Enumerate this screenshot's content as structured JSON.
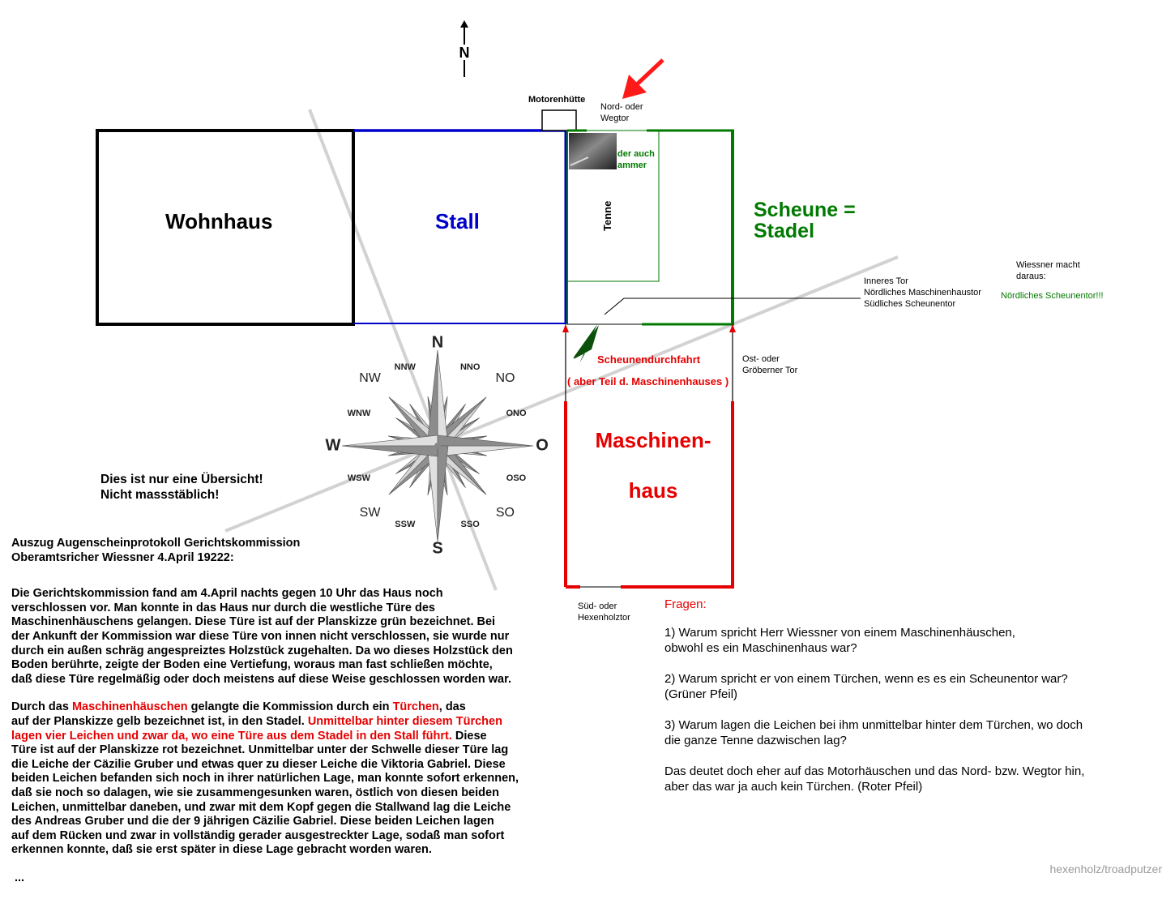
{
  "compass": {
    "north_arrow_label": "N"
  },
  "buildings": {
    "wohnhaus": "Wohnhaus",
    "stall": "Stall",
    "scheune": "Scheune =\nStadel",
    "tenne": "Tenne",
    "maschinenhaus": "Maschinen-\n\nhaus",
    "motorenhuette": "Motorenhütte",
    "kammer_fragment": "der auch\nammer"
  },
  "labels": {
    "nordtor": "Nord- oder\nWegtor",
    "inneres_tor": "Inneres Tor\nNördliches Maschinenhaustor\nSüdliches Scheunentor",
    "wiessner_macht": "Wiessner macht\ndaraus:",
    "noerdliches_scheunentor": "Nördliches Scheunentor!!!",
    "scheunendurchfahrt": "Scheunendurchfahrt",
    "teil_maschinenhaus": "( aber Teil d. Maschinenhauses )",
    "osttor": "Ost- oder\nGröberner Tor",
    "suedtor": "Süd- oder\nHexenholztor",
    "uebersicht": "Dies ist nur eine Übersicht!\nNicht massstäblich!"
  },
  "compass_rose": {
    "N": "N",
    "NNO": "NNO",
    "NO": "NO",
    "ONO": "ONO",
    "O": "O",
    "OSO": "OSO",
    "SO": "SO",
    "SSO": "SSO",
    "S": "S",
    "SSW": "SSW",
    "SW": "SW",
    "WSW": "WSW",
    "W": "W",
    "WNW": "WNW",
    "NW": "NW",
    "NNW": "NNW"
  },
  "colors": {
    "blue": "#0000cc",
    "green": "#007a00",
    "red": "#e60000",
    "arrow_red": "#ff1a1a",
    "arrow_green": "#0a4f0a"
  },
  "protocol": {
    "heading": "Auszug Augenscheinprotokoll Gerichtskommission\nOberamtsricher Wiessner 4.April 19222:",
    "para1": "Die Gerichtskommission fand am 4.April nachts gegen 10 Uhr das Haus noch\nverschlossen vor. Man konnte in das Haus nur durch die westliche Türe des\nMaschinenhäuschens gelangen. Diese Türe ist auf der Planskizze grün bezeichnet. Bei\nder Ankunft der Kommission war diese Türe von innen nicht verschlossen, sie wurde nur\ndurch ein außen schräg angespreiztes Holzstück zugehalten. Da wo dieses Holzstück den\nBoden berührte, zeigte der Boden eine Vertiefung, woraus man fast schließen möchte,\ndaß diese Türe regelmäßig oder doch meistens auf diese Weise geschlossen worden war.",
    "p2_a": "Durch das ",
    "p2_b": "Maschinenhäuschen",
    "p2_c": " gelangte die Kommission durch ein ",
    "p2_d": "Türchen",
    "p2_e": ", das\nauf der Planskizze gelb bezeichnet ist, in den Stadel. ",
    "p2_f": "Unmittelbar hinter diesem Türchen\nlagen vier Leichen und zwar da, wo eine Türe aus dem Stadel in den Stall führt.",
    "p2_g": " Diese\nTüre ist auf der Planskizze rot bezeichnet. Unmittelbar unter der Schwelle dieser Türe lag\ndie Leiche der Cäzilie Gruber und etwas quer zu dieser Leiche die Viktoria Gabriel. Diese\nbeiden Leichen befanden sich noch in ihrer natürlichen Lage, man konnte sofort erkennen,\ndaß sie noch so dalagen, wie sie zusammengesunken waren, östlich von diesen beiden\nLeichen, unmittelbar daneben, und zwar mit dem Kopf gegen die Stallwand lag die Leiche\ndes Andreas Gruber und die der 9 jährigen Cäzilie Gabriel. Diese beiden Leichen lagen\nauf dem Rücken und zwar in vollständig gerader ausgestreckter Lage, sodaß man sofort\nerkennen konnte, daß sie erst später in diese Lage gebracht worden waren.",
    "ellipsis": "..."
  },
  "questions": {
    "title": "Fragen:",
    "q1": "1) Warum spricht Herr Wiessner von einem Maschinenhäuschen,\n    obwohl es ein Maschinenhaus war?",
    "q2": "2) Warum spricht er von einem Türchen, wenn es es ein Scheunentor war?\n     (Grüner Pfeil)",
    "q3": "3) Warum lagen die Leichen bei ihm unmittelbar hinter dem Türchen, wo doch\n     die ganze Tenne dazwischen lag?",
    "conclusion": "Das deutet doch eher auf das Motorhäuschen und das Nord- bzw. Wegtor hin,\naber das war ja auch kein Türchen. (Roter Pfeil)"
  },
  "watermark": "hexenholz/troadputzer"
}
